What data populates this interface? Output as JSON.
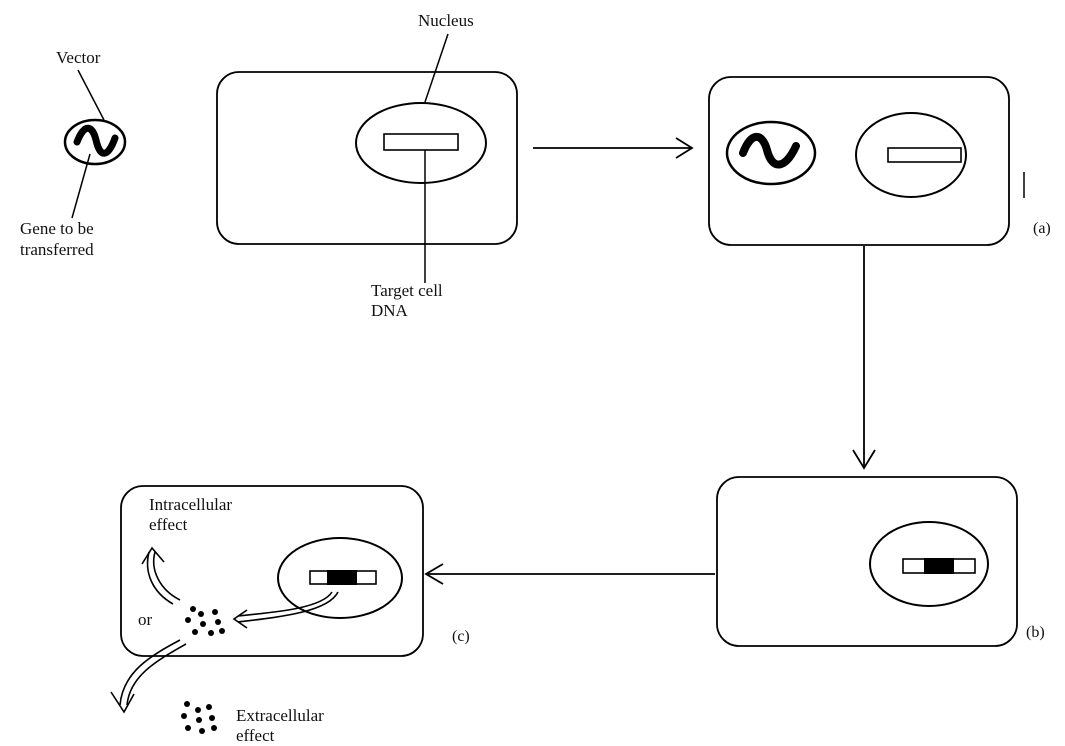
{
  "labels": {
    "vector": "Vector",
    "nucleus": "Nucleus",
    "gene_line1": "Gene to be",
    "gene_line2": "transferred",
    "target_line1": "Target cell",
    "target_line2": "DNA",
    "intracellular_line1": "Intracellular",
    "intracellular_line2": "effect",
    "or": "or",
    "extracellular_line1": "Extracellular",
    "extracellular_line2": "effect"
  },
  "steps": {
    "a": "(a)",
    "b": "(b)",
    "c": "(c)"
  },
  "colors": {
    "stroke": "#000000",
    "background": "#ffffff",
    "dna_insert": "#000000"
  }
}
